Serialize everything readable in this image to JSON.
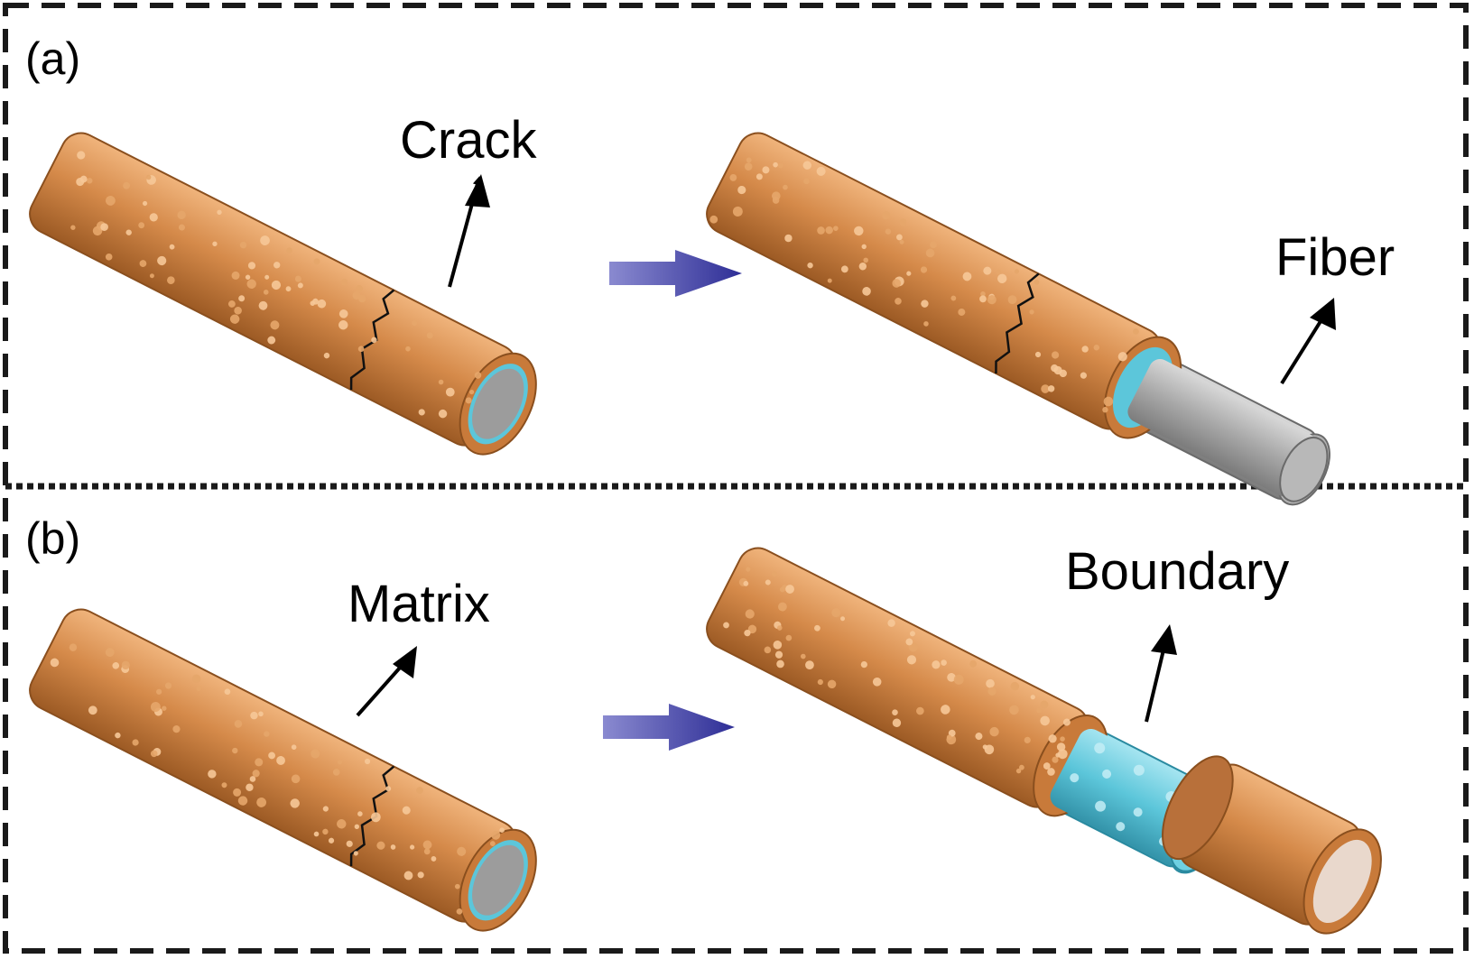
{
  "panels": [
    {
      "label": "(a)",
      "annotations": [
        "Crack",
        "Fiber"
      ]
    },
    {
      "label": "(b)",
      "annotations": [
        "Matrix",
        "Boundary"
      ]
    }
  ],
  "colors": {
    "matrix": "#d58a4a",
    "matrix_dark": "#a86228",
    "matrix_light": "#f0b47c",
    "boundary": "#5cc6da",
    "boundary_light": "#a4e4f0",
    "fiber": "#a6a6a6",
    "fiber_light": "#cdcdcd",
    "arrow": "#3a3aa0",
    "frame": "#1a1a1a"
  }
}
